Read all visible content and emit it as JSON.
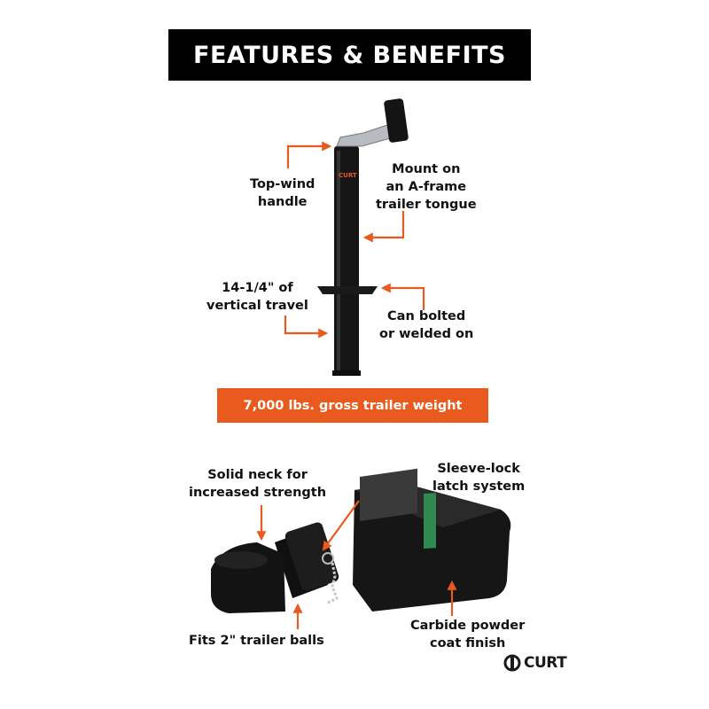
{
  "header": {
    "title": "FEATURES & BENEFITS"
  },
  "callouts": {
    "top_wind": [
      "Top-wind",
      "handle"
    ],
    "mount": [
      "Mount on",
      "an A-frame",
      "trailer tongue"
    ],
    "travel": [
      "14-1/4\" of",
      "vertical travel"
    ],
    "bolted": [
      "Can bolted",
      "or welded on"
    ],
    "neck": [
      "Solid neck for",
      "increased strength"
    ],
    "sleeve": [
      "Sleeve-lock",
      "latch system"
    ],
    "balls": "Fits 2\" trailer balls",
    "finish": [
      "Carbide powder",
      "coat finish"
    ]
  },
  "banner": {
    "text": "7,000 lbs. gross trailer weight"
  },
  "logo": {
    "text": "CURT"
  },
  "colors": {
    "accent": "#e85a1e",
    "header_bg": "#000000",
    "product": "#151515"
  }
}
